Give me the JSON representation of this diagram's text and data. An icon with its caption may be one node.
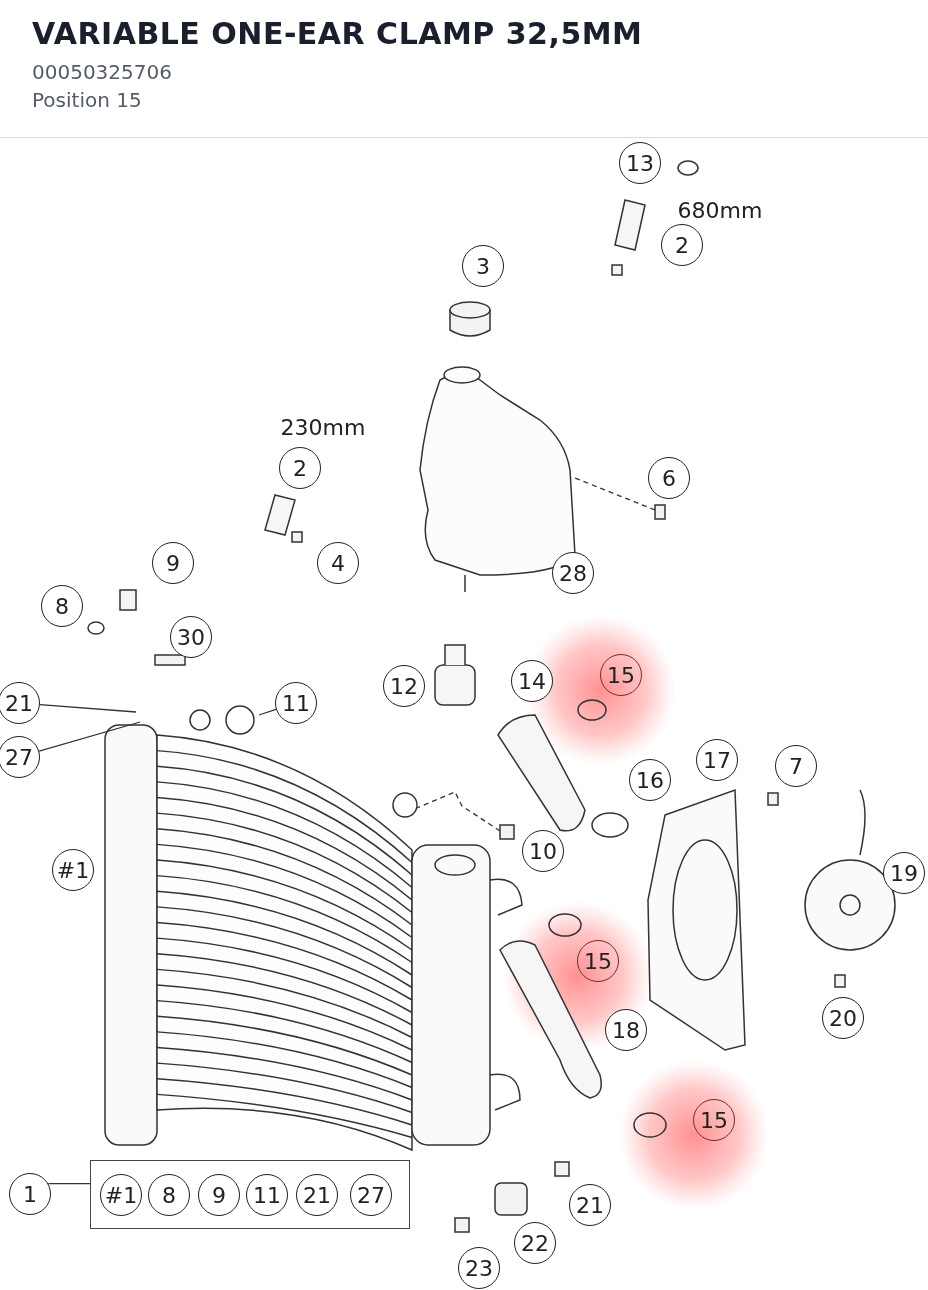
{
  "diagram": {
    "title": "VARIABLE ONE-EAR CLAMP 32,5MM",
    "caption": "00050325706 Position 15",
    "nodes": [
      {
        "text": [
          "13"
        ]
      },
      {
        "text": [
          "2"
        ]
      },
      {
        "text": [
          "3"
        ]
      },
      {
        "text": [
          "2"
        ]
      },
      {
        "text": [
          "6"
        ]
      },
      {
        "text": [
          "9"
        ]
      },
      {
        "text": [
          "4"
        ]
      },
      {
        "text": [
          "28"
        ]
      },
      {
        "text": [
          "8"
        ]
      },
      {
        "text": [
          "30"
        ]
      },
      {
        "text": [
          "15"
        ]
      },
      {
        "text": [
          "14"
        ]
      },
      {
        "text": [
          "12"
        ]
      },
      {
        "text": [
          "21"
        ]
      },
      {
        "text": [
          "11"
        ]
      },
      {
        "text": [
          "27"
        ]
      },
      {
        "text": [
          "17"
        ]
      },
      {
        "text": [
          "7"
        ]
      },
      {
        "text": [
          "16"
        ]
      },
      {
        "text": [
          "10"
        ]
      },
      {
        "text": [
          "#1"
        ]
      },
      {
        "text": [
          "19"
        ]
      },
      {
        "text": [
          "15"
        ]
      },
      {
        "text": [
          "20"
        ]
      },
      {
        "text": [
          "18"
        ]
      },
      {
        "text": [
          "15"
        ]
      },
      {
        "text": [
          "1"
        ]
      },
      {
        "text": [],
        "shape": "box"
      },
      {
        "text": [
          "#1"
        ],
        "in": 27
      },
      {
        "text": [
          "8"
        ],
        "in": 27
      },
      {
        "text": [
          "9"
        ],
        "in": 27
      },
      {
        "text": [
          "11"
        ],
        "in": 27
      },
      {
        "text": [
          "21"
        ],
        "in": 27
      },
      {
        "text": [
          "27"
        ],
        "in": 27
      },
      {
        "text": [
          "21"
        ]
      },
      {
        "text": [
          "22"
        ]
      },
      {
        "text": [
          "23"
        ]
      },
      {
        "text": [],
        "shape": "picture"
      },
      {
        "text": [],
        "shape": "box"
      },
      {
        "text": [],
        "shape": "picture"
      },
      {
        "text": [],
        "shape": "box"
      }
    ],
    "edges": [
      {
        "from": 26,
        "to": 27,
        "arrow": "none"
      },
      {
        "from": 13,
        "to": 39,
        "arrow": "none"
      },
      {
        "from": 15,
        "to": 39,
        "arrow": "none"
      },
      {
        "from": 14,
        "to": 39,
        "arrow": "none"
      },
      {
        "from": 38,
        "to": 37,
        "arrow": "none",
        "style": "dashed"
      },
      {
        "from": 40,
        "to": 39,
        "arrow": "none",
        "style": "dashed"
      }
    ],
    "labels": [
      "680mm",
      "230mm"
    ]
  }
}
